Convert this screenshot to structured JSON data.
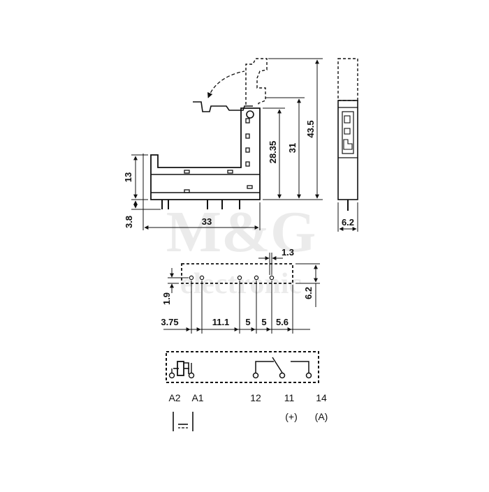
{
  "watermark": {
    "line1": "M&G",
    "line2": "electronic"
  },
  "side_view": {
    "height_13": "13",
    "pin_3_8": "3.8",
    "width_33": "33",
    "height_28_35": "28.35",
    "height_31": "31",
    "height_43_5": "43.5"
  },
  "end_view": {
    "width_6_2": "6.2"
  },
  "footprint": {
    "pitch_1_3": "1.3",
    "offset_1_9": "1.9",
    "height_6_2": "6.2",
    "d_3_75": "3.75",
    "d_11_1": "11.1",
    "d_5a": "5",
    "d_5b": "5",
    "d_5_6": "5.6"
  },
  "schematic": {
    "terminals": {
      "a2": "A2",
      "a1": "A1",
      "t12": "12",
      "t11": "11",
      "t14": "14"
    },
    "polarity_plus": "(+)",
    "polarity_a": "(A)"
  }
}
